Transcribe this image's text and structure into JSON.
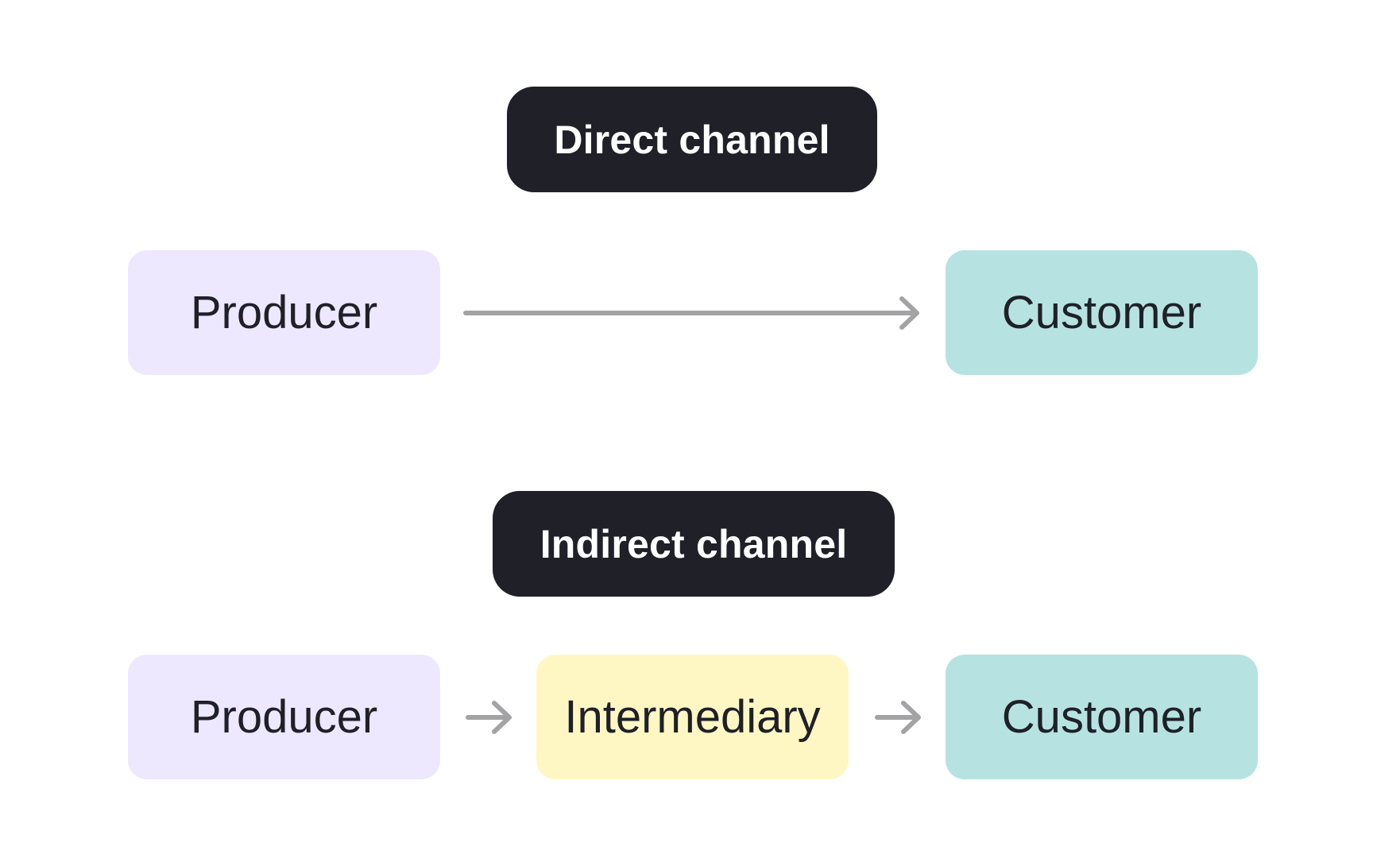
{
  "colors": {
    "label_bg": "#1f2028",
    "label_text": "#ffffff",
    "node_text": "#1f2028",
    "producer_bg": "#ede8fe",
    "intermediary_bg": "#fef7c3",
    "customer_bg": "#b6e3e1",
    "arrow": "#a3a3a6"
  },
  "direct": {
    "label": "Direct channel",
    "producer": "Producer",
    "customer": "Customer"
  },
  "indirect": {
    "label": "Indirect channel",
    "producer": "Producer",
    "intermediary": "Intermediary",
    "customer": "Customer"
  }
}
